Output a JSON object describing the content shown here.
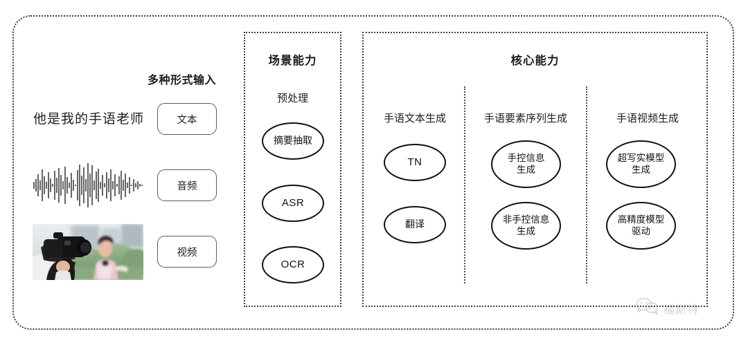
{
  "diagram": {
    "type": "capability-architecture-flow",
    "input_section": {
      "heading": "多种形式输入",
      "sample_text": "他是我的手语老师",
      "modalities": [
        {
          "label": "文本",
          "media": "text-sample"
        },
        {
          "label": "音频",
          "media": "audio-waveform"
        },
        {
          "label": "视频",
          "media": "video-thumbnail"
        }
      ]
    },
    "scene_panel": {
      "title": "场景能力",
      "groups": [
        {
          "label": "预处理",
          "nodes": [
            {
              "label": "摘要抽取",
              "script": "cjk"
            },
            {
              "label": "ASR",
              "script": "latin"
            },
            {
              "label": "OCR",
              "script": "latin"
            }
          ]
        }
      ]
    },
    "core_panel": {
      "title": "核心能力",
      "groups": [
        {
          "label": "手语文本生成",
          "nodes": [
            {
              "label": "TN",
              "script": "latin",
              "lines": 1
            },
            {
              "label": "翻译",
              "script": "cjk",
              "lines": 1
            }
          ]
        },
        {
          "label": "手语要素序列生成",
          "nodes": [
            {
              "label": "手控信息\n生成",
              "line1": "手控信息",
              "line2": "生成",
              "lines": 2
            },
            {
              "label": "非手控信息\n生成",
              "line1": "非手控信息",
              "line2": "生成",
              "lines": 2
            }
          ]
        },
        {
          "label": "手语视频生成",
          "nodes": [
            {
              "label": "超写实模型\n生成",
              "line1": "超写实模型",
              "line2": "生成",
              "lines": 2
            },
            {
              "label": "高精度模型\n驱动",
              "line1": "高精度模型",
              "line2": "驱动",
              "lines": 2
            }
          ]
        }
      ]
    },
    "watermark": {
      "icon": "wechat-logo-icon",
      "text": "福斯特"
    },
    "colors": {
      "background": "#ffffff",
      "border_dotted": "#3a3a3a",
      "ellipse_stroke": "#111111",
      "pill_stroke": "#5c5c5c",
      "text": "#1d1d1d",
      "watermark": "#6f6f6f"
    }
  }
}
